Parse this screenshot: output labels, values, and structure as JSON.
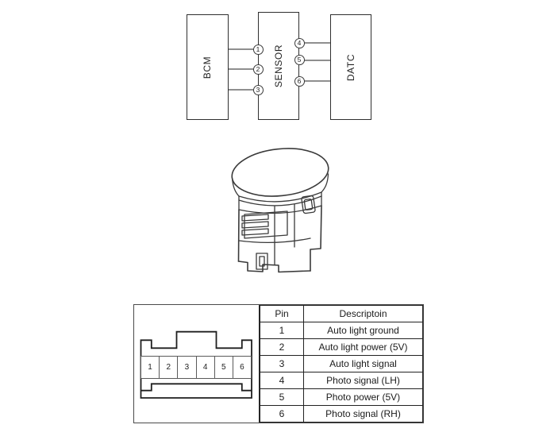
{
  "block_diagram": {
    "blocks": [
      {
        "label": "BCM"
      },
      {
        "label": "SENSOR"
      },
      {
        "label": "DATC"
      }
    ],
    "bcm_sensor_pins": [
      "1",
      "2",
      "3"
    ],
    "sensor_datc_pins": [
      "4",
      "5",
      "6"
    ]
  },
  "connector": {
    "pins": [
      "1",
      "2",
      "3",
      "4",
      "5",
      "6"
    ]
  },
  "pin_table": {
    "headers": [
      "Pin",
      "Descriptoin"
    ],
    "rows": [
      {
        "pin": "1",
        "description": "Auto light ground"
      },
      {
        "pin": "2",
        "description": "Auto light power (5V)"
      },
      {
        "pin": "3",
        "description": "Auto light signal"
      },
      {
        "pin": "4",
        "description": "Photo signal (LH)"
      },
      {
        "pin": "5",
        "description": "Photo power (5V)"
      },
      {
        "pin": "6",
        "description": "Photo signal (RH)"
      }
    ]
  },
  "colors": {
    "wire_gray": "#8f8f8f",
    "outline_dark": "#2f2f2f",
    "background": "#ffffff"
  }
}
